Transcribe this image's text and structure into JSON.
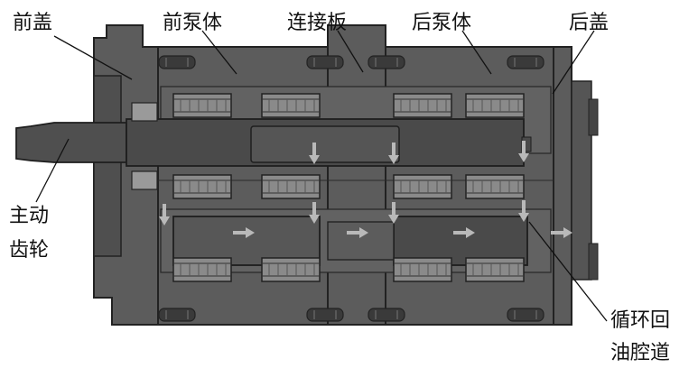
{
  "labels": {
    "front_cover": "前盖",
    "front_pump_body": "前泵体",
    "connecting_plate": "连接板",
    "rear_pump_body": "后泵体",
    "rear_cover": "后盖",
    "drive_gear_line1": "主动",
    "drive_gear_line2": "齿轮",
    "return_channel_line1": "循环回",
    "return_channel_line2": "油腔道"
  },
  "colors": {
    "casing": "#5c5c5c",
    "casing_dark": "#4a4a4a",
    "outline": "#222222",
    "bearing": "#8a8a8a",
    "slot": "#3a3a3a",
    "flow_arrow": "#b9b9b9",
    "text": "#111111"
  }
}
